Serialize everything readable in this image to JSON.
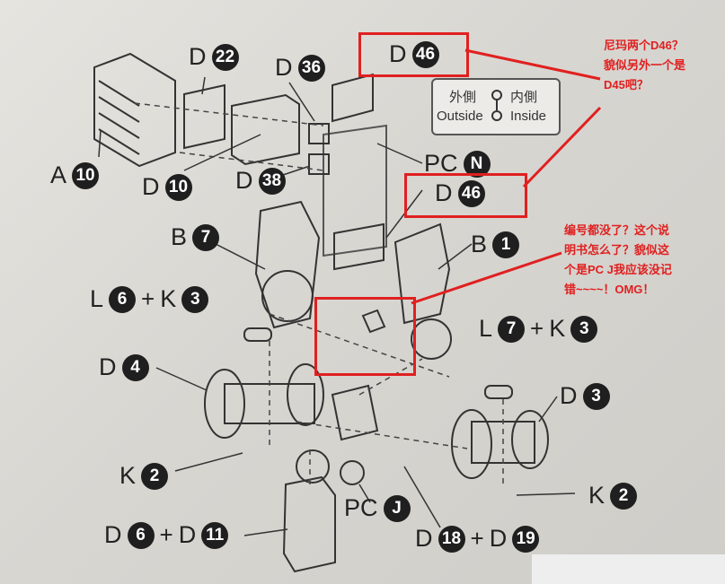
{
  "labels": {
    "a10": {
      "letter": "A",
      "num": "10"
    },
    "d22": {
      "letter": "D",
      "num": "22"
    },
    "d36": {
      "letter": "D",
      "num": "36"
    },
    "d46_top": {
      "letter": "D",
      "num": "46"
    },
    "d10": {
      "letter": "D",
      "num": "10"
    },
    "d38": {
      "letter": "D",
      "num": "38"
    },
    "pcn": {
      "letter": "PC",
      "num": "N"
    },
    "d46_mid": {
      "letter": "D",
      "num": "46"
    },
    "b7": {
      "letter": "B",
      "num": "7"
    },
    "b1": {
      "letter": "B",
      "num": "1"
    },
    "l6k3": {
      "l": "L",
      "ln": "6",
      "plus": "+",
      "k": "K",
      "kn": "3"
    },
    "l7k3": {
      "l": "L",
      "ln": "7",
      "plus": "+",
      "k": "K",
      "kn": "3"
    },
    "d4": {
      "letter": "D",
      "num": "4"
    },
    "d3": {
      "letter": "D",
      "num": "3"
    },
    "k2_left": {
      "letter": "K",
      "num": "2"
    },
    "k2_right": {
      "letter": "K",
      "num": "2"
    },
    "pcj": {
      "letter": "PC",
      "num": "J"
    },
    "d6d11": {
      "a": "D",
      "an": "6",
      "plus": "+",
      "b": "D",
      "bn": "11"
    },
    "d18d19": {
      "a": "D",
      "an": "18",
      "plus": "+",
      "b": "D",
      "bn": "19"
    }
  },
  "inout": {
    "outer_cn": "外側",
    "inner_cn": "内側",
    "outer_en": "Outside",
    "inner_en": "Inside"
  },
  "notes": {
    "top_right": "尼玛两个D46？\n貌似另外一个是\nD45吧？",
    "middle_right": "编号都没了？这个说\n明书怎么了？貌似这\n个是PC J我应该没记\n错~~~~！OMG！"
  },
  "colors": {
    "annotation_red": "#e02020",
    "ink": "#222222"
  }
}
